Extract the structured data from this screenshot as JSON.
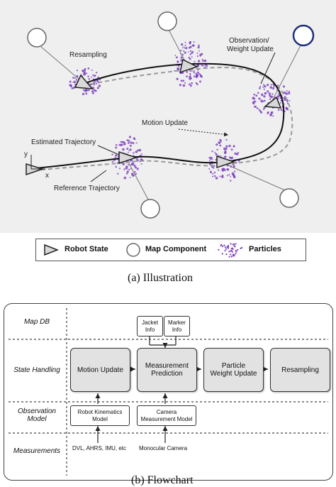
{
  "illustration": {
    "labels": {
      "resampling": "Resampling",
      "observation_line1": "Observation/",
      "observation_line2": "Weight Update",
      "motion_update": "Motion Update",
      "estimated_trajectory": "Estimated Trajectory",
      "reference_trajectory": "Reference Trajectory",
      "axis_y": "y",
      "axis_x": "x"
    },
    "colors": {
      "background": "#efefef",
      "particle": "#7b3fbf",
      "estimated_line": "#111111",
      "reference_line": "#9a9a9a",
      "highlight_landmark": "#1f2f7a"
    }
  },
  "legend": {
    "robot_state": "Robot State",
    "map_component": "Map Component",
    "particles": "Particles"
  },
  "captions": {
    "a": "(a)  Illustration",
    "b": "(b)  Flowchart"
  },
  "flowchart": {
    "lanes": {
      "map_db": "Map DB",
      "state_handling": "State Handling",
      "observation_model": "Observation\nModel",
      "measurements": "Measurements"
    },
    "map_boxes": {
      "jacket": "Jacket\nInfo",
      "marker": "Marker\nInfo"
    },
    "process_boxes": {
      "motion_update": "Motion Update",
      "measurement_prediction": "Measurement\nPrediction",
      "particle_weight_update": "Particle\nWeight Update",
      "resampling": "Resampling"
    },
    "model_boxes": {
      "robot_kinematics": "Robot Kinematics\nModel",
      "camera_measurement": "Camera\nMeasurement Model"
    },
    "measurements": {
      "imu": "DVL, AHRS, IMU, etc",
      "camera": "Monocular Camera"
    }
  }
}
